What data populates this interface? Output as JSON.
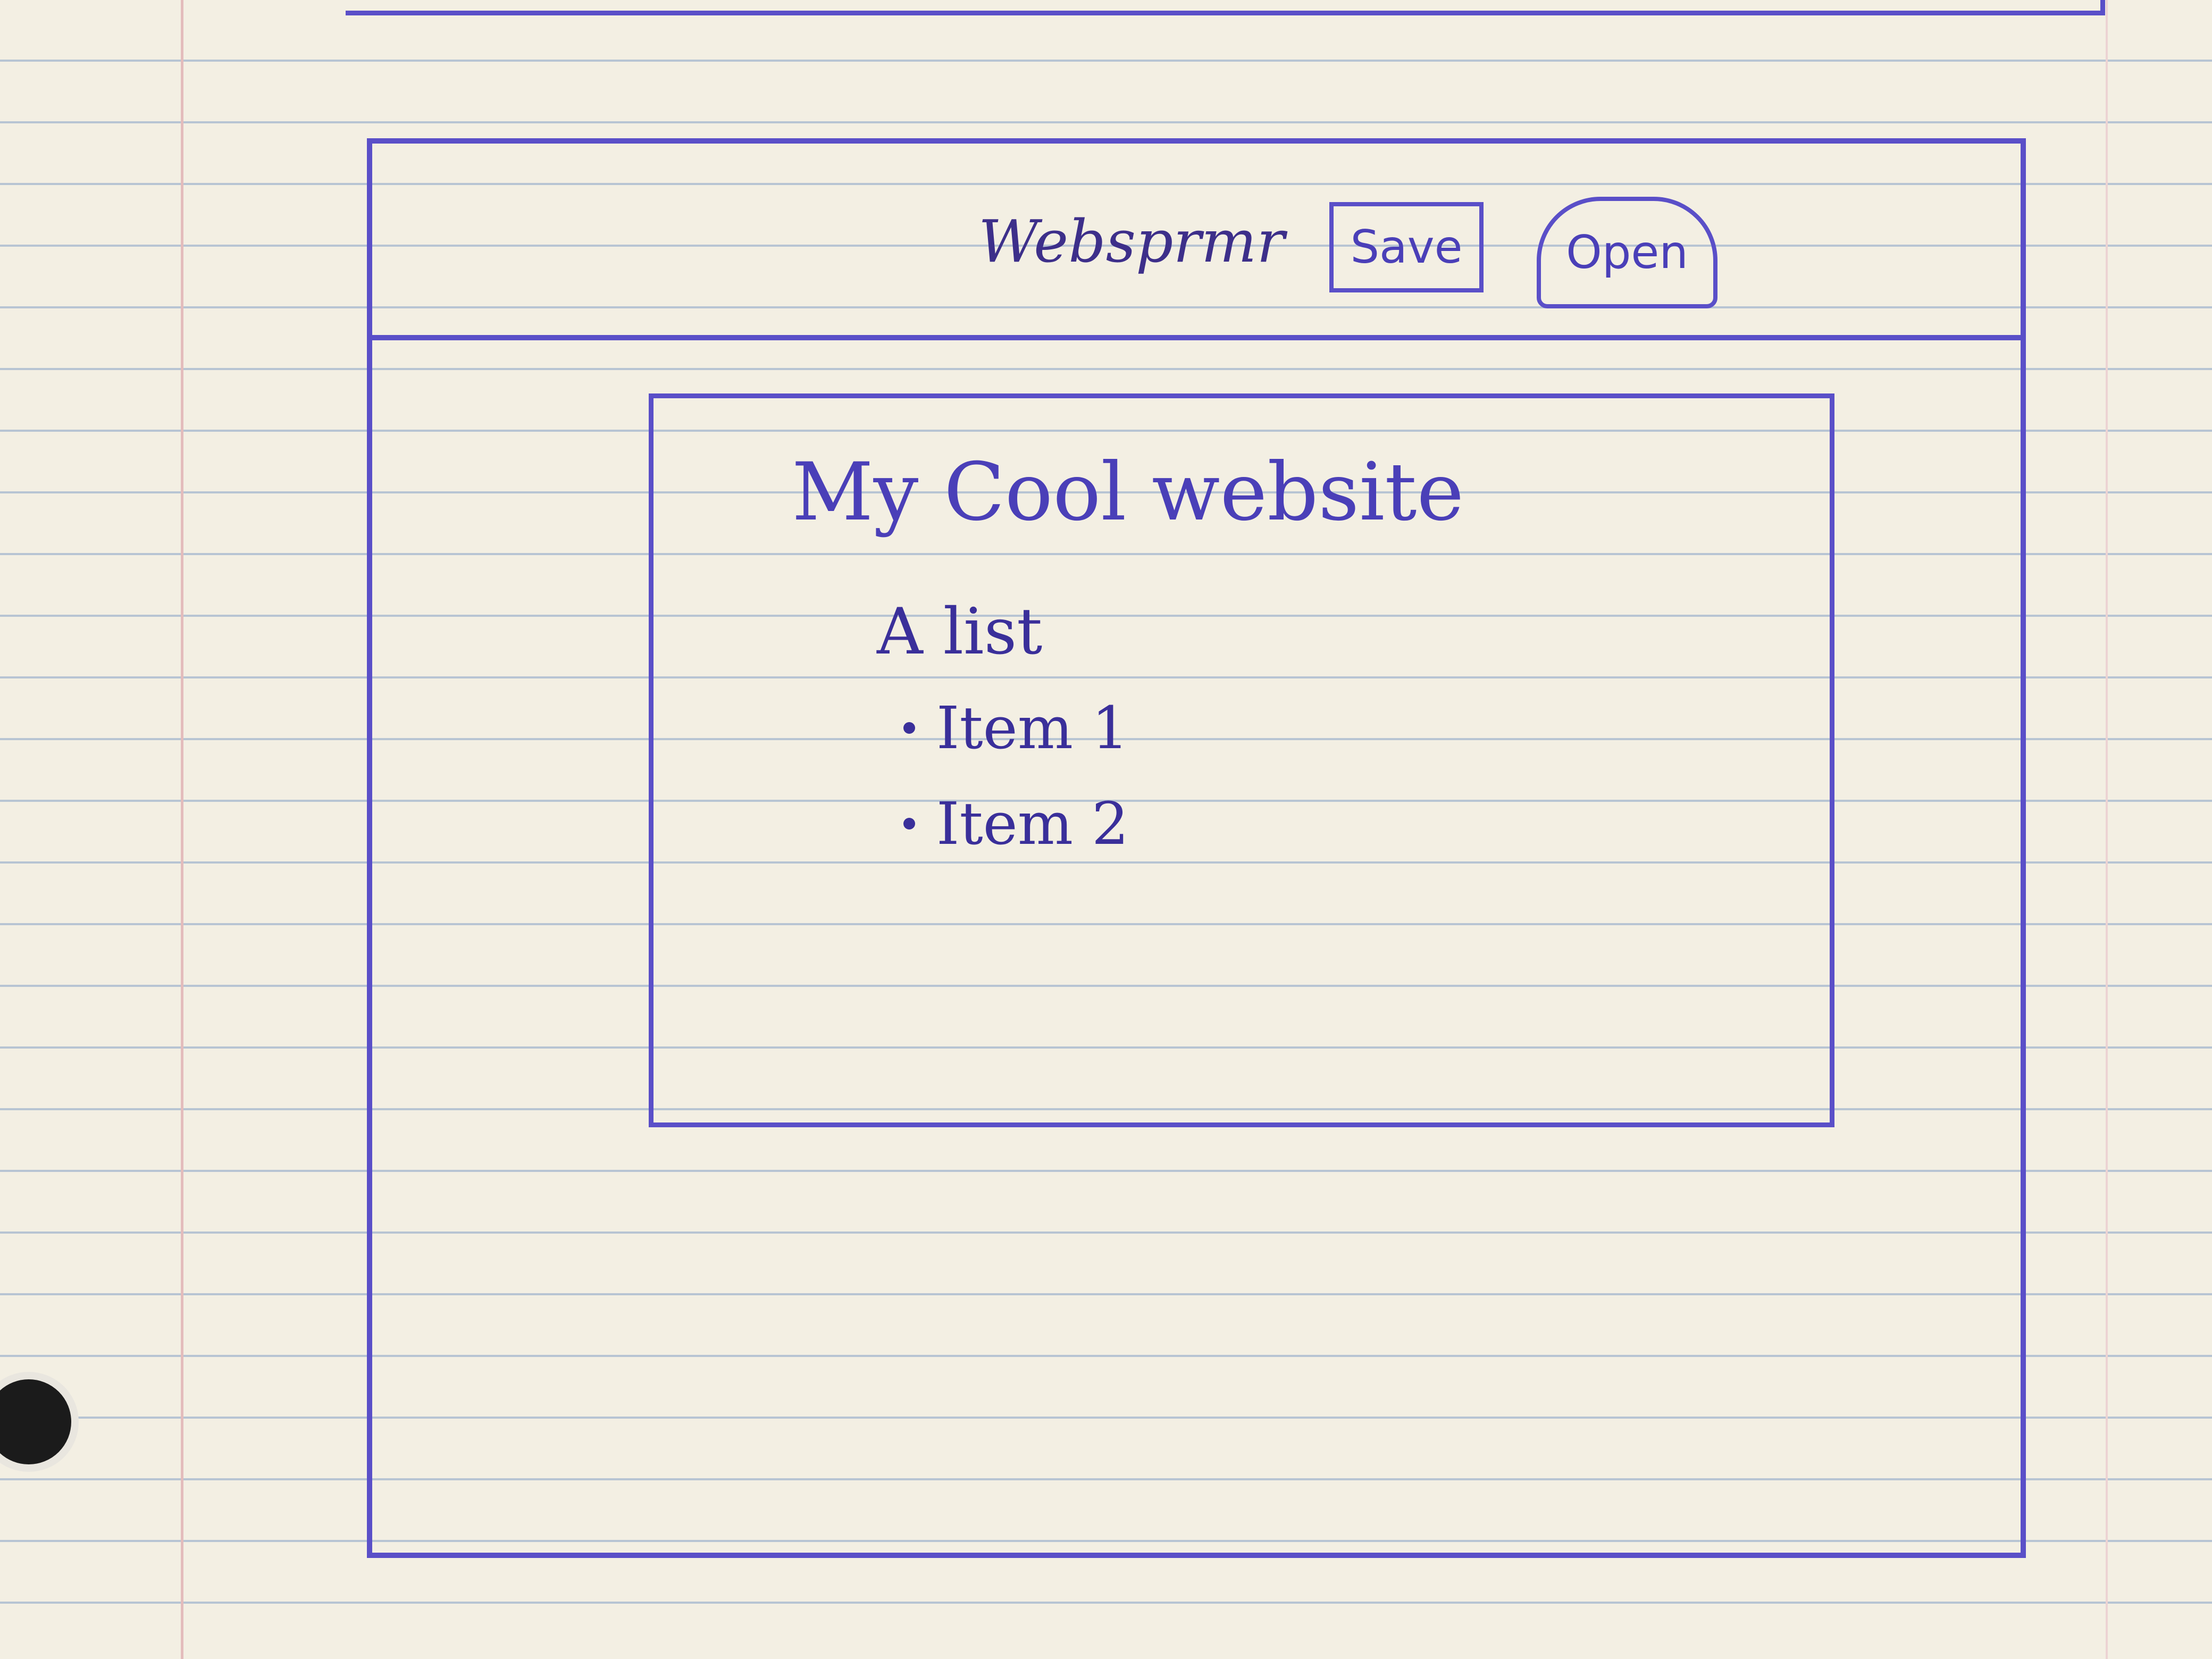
{
  "app": {
    "title": "Websprmr",
    "save_label": "Save",
    "open_label": "Open"
  },
  "preview": {
    "heading": "My Cool website",
    "list_title": "A list",
    "items": [
      {
        "label": "Item 1"
      },
      {
        "label": "Item 2"
      }
    ]
  },
  "colors": {
    "ink": "#5a4fc8",
    "paper": "#f3efe3",
    "ruled_line": "#b7c4d3"
  }
}
